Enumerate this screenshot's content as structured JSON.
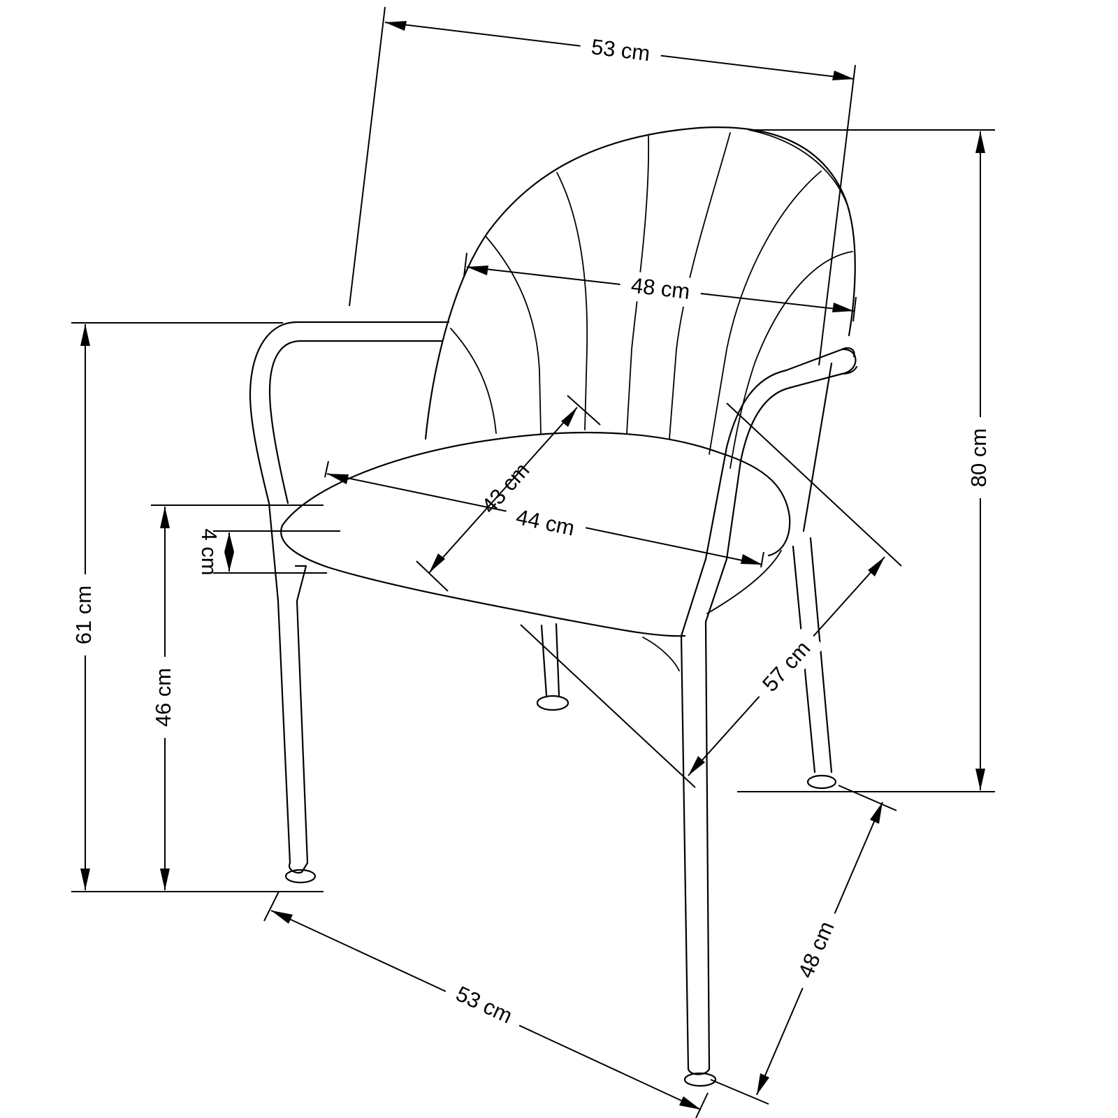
{
  "dimensions": {
    "top_width": "53 cm",
    "backrest_width": "48 cm",
    "seat_depth": "43 cm",
    "seat_width": "44 cm",
    "seat_thickness": "4 cm",
    "armrest_height": "61 cm",
    "seat_height": "46 cm",
    "total_height": "80 cm",
    "diagonal_depth": "57 cm",
    "base_width": "53 cm",
    "base_depth": "48 cm"
  },
  "colors": {
    "line": "#000000",
    "background": "#ffffff"
  }
}
